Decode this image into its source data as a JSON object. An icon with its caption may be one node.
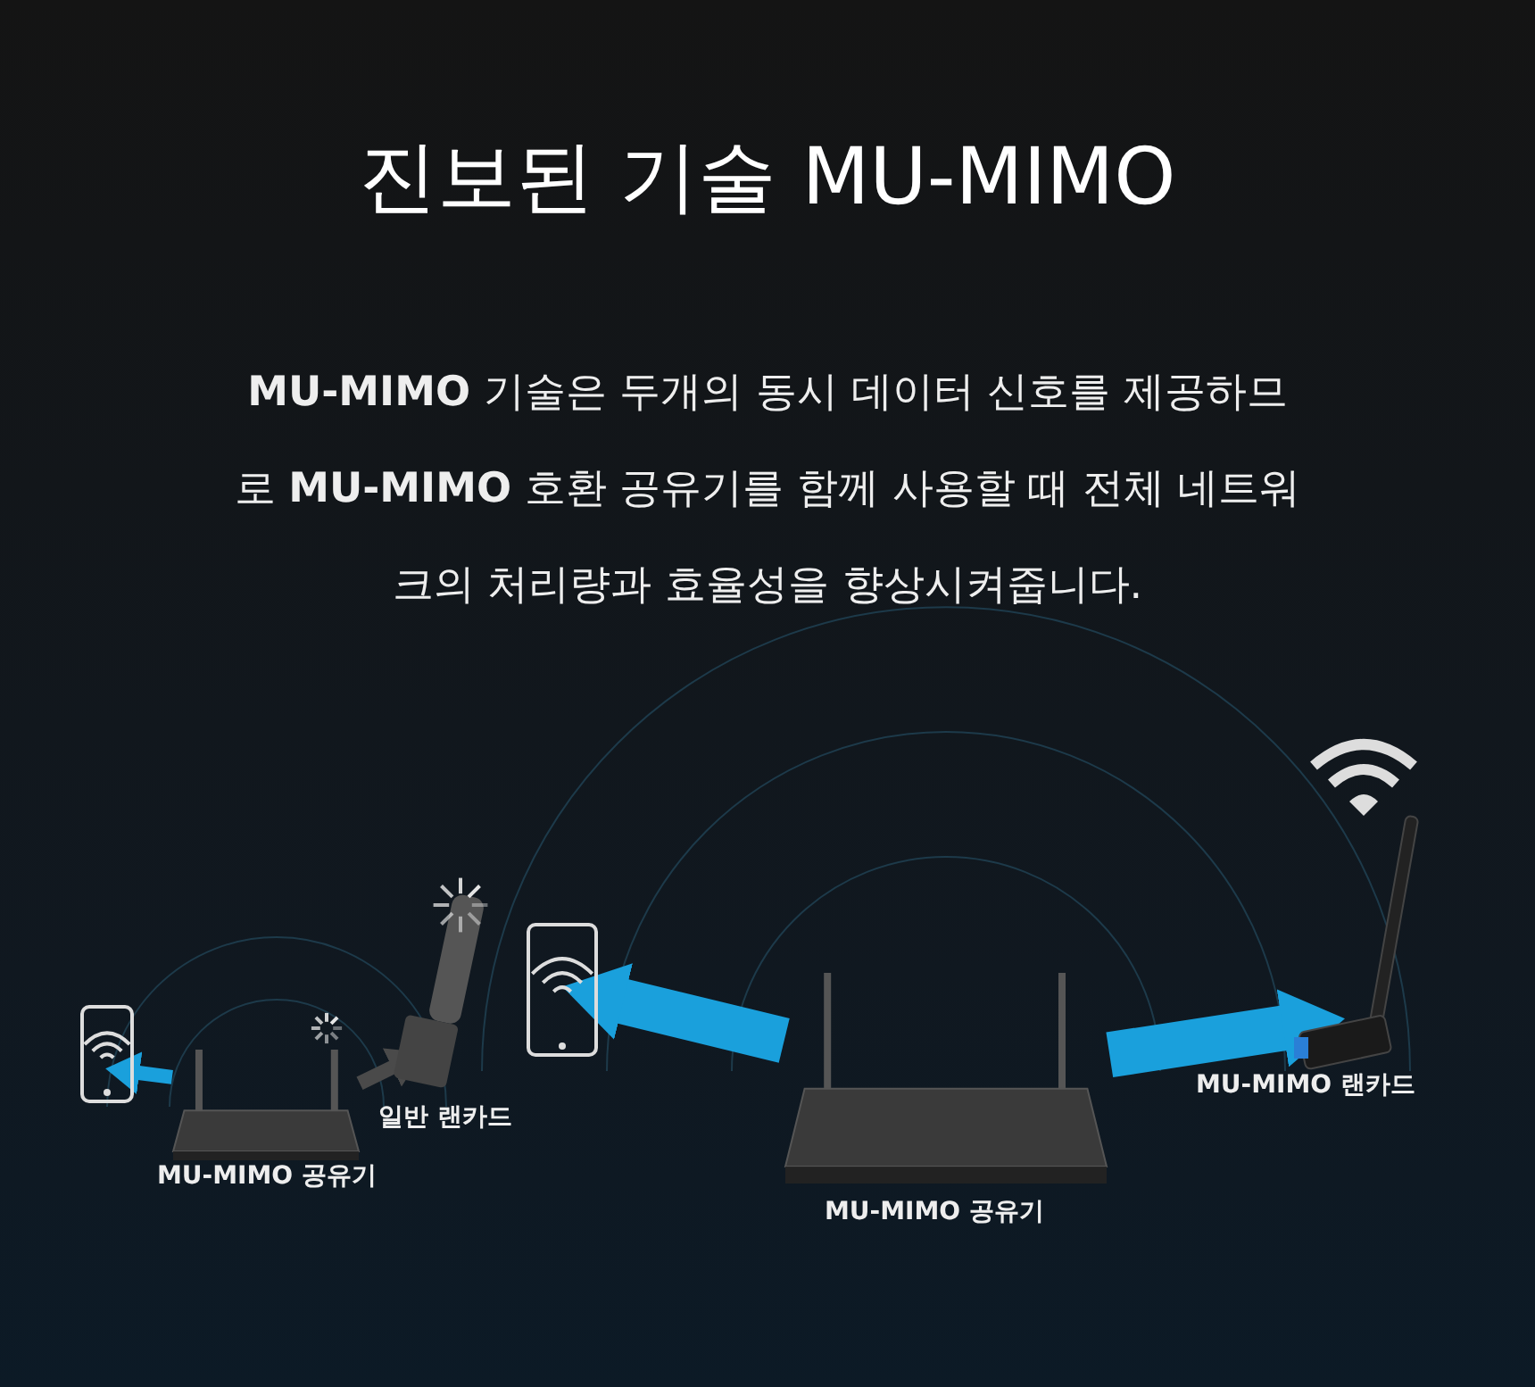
{
  "diagram": {
    "title": "진보된 기술 MU-MIMO",
    "nodes": [
      {
        "text": [],
        "shape": "picture"
      },
      {
        "text": [],
        "shape": "picture",
        "beside": [
          "MU-MIMO 공유기"
        ]
      },
      {
        "text": [],
        "shape": "picture",
        "beside": [
          "일반 랜카드"
        ]
      },
      {
        "text": [],
        "shape": "picture"
      },
      {
        "text": [],
        "shape": "picture",
        "beside": [
          "MU-MIMO 공유기"
        ]
      },
      {
        "text": [],
        "shape": "picture",
        "beside": [
          "MU-MIMO 랜카드"
        ]
      }
    ],
    "edges": [
      {
        "from": 1,
        "to": 0,
        "arrow": "to"
      },
      {
        "from": 1,
        "to": 2,
        "arrow": "to",
        "color": "#4a4a4a"
      },
      {
        "from": 4,
        "to": 3,
        "arrow": "to",
        "style": "thick"
      },
      {
        "from": 4,
        "to": 5,
        "arrow": "to",
        "style": "thick"
      }
    ],
    "labels": [
      "**MU-MIMO** 기술은 두개의 동시 데이터 신호를 제공하므로 **MU-MIMO** 호환 공유기를 함께 사용할 때 전체 네트워크의 처리량과 효율성을 향상시켜줍니다."
    ]
  }
}
